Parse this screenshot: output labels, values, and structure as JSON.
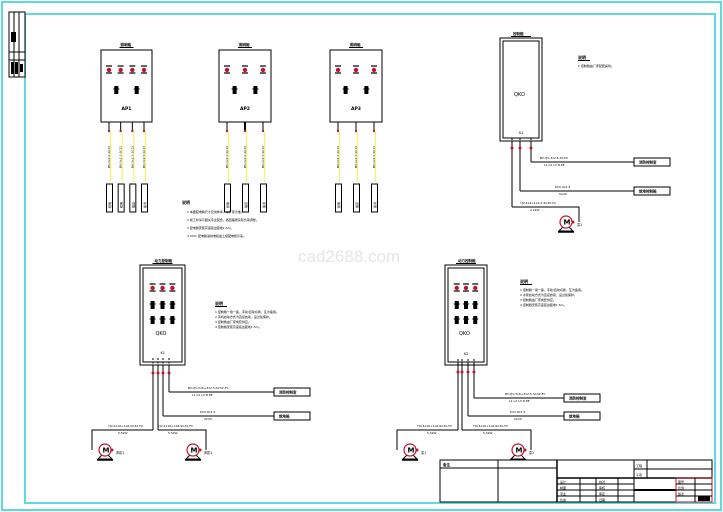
{
  "drawing": {
    "watermark": "cad2688.com",
    "colors": {
      "frame": "#5fd8e0",
      "line": "#000000",
      "breaker": "#c0142a",
      "cable_highlight": "#f7f06a",
      "title_block_accent": "#c0142a"
    }
  },
  "panels_top": [
    {
      "title": "照明箱",
      "label": "AP1",
      "outgoing": [
        "BV-3x2.5-SC15",
        "BV-3x2.5-SC15",
        "BV-3x2.5-SC15",
        "BV-3x2.5-SC15"
      ],
      "loads": [
        "照明",
        "照明",
        "插座",
        "备用"
      ]
    },
    {
      "title": "照明箱",
      "label": "AP2",
      "outgoing": [
        "BV-3x2.5-SC15",
        "BV-3x2.5-SC15",
        "BV-3x2.5-SC15"
      ],
      "loads": [
        "照明",
        "插座",
        "备用"
      ]
    },
    {
      "title": "照明箱",
      "label": "AP3",
      "outgoing": [
        "BV-3x2.5-SC15",
        "BV-3x2.5-SC15",
        "BV-3x2.5-SC15"
      ],
      "loads": [
        "照明",
        "插座",
        "备用"
      ]
    }
  ],
  "general_notes": {
    "title": "说明",
    "items": [
      "1  本图配电箱尺寸仅供参考，以厂家为准。",
      "2  施工时请与相关专业配合，各回路按实际负荷调整。",
      "3  配电箱安装高度底边距地1.5m。",
      "4  XXX: 配电箱进线电缆由上级配电柜引来。"
    ]
  },
  "control_panel_top_right": {
    "title": "控制箱",
    "label": "QKO",
    "terminal": "K1",
    "lines": [
      {
        "cable": "BV-YJV-4x2.5-SC20",
        "sub": "L1 L2 L3 N PE",
        "load": "消防控制室"
      },
      {
        "cable": "KVV-4x1.5",
        "sub": "SC20",
        "load": "就地控制箱"
      },
      {
        "cable": "YJV-4x4+1x2.5-SC25-FC",
        "sub": "2.2kW",
        "motor": "M",
        "motor_label": "泵1"
      }
    ],
    "notes_title": "说明",
    "notes": [
      "1  控制箱由厂家配套提供。"
    ]
  },
  "control_panel_bottom_left": {
    "title": "动力控制箱",
    "label": "QKO",
    "terminal": "K1",
    "lines": [
      {
        "cable": "BV-YJV-5x6+3x2.5-SC32-FC",
        "sub": "L1 L2 L3 N PE",
        "load": "消防控制室"
      },
      {
        "cable": "KVV-8x1.5",
        "sub": "SC20",
        "load": "就地箱"
      },
      {
        "cable": "YJV-4x10+1x6-SC32-FC",
        "sub": "5.5kW",
        "motor": "M",
        "motor_label": "风机1"
      },
      {
        "cable": "YJV-4x10+1x6-SC32-FC",
        "sub": "5.5kW",
        "motor": "M",
        "motor_label": "风机2"
      }
    ],
    "notes_title": "说明",
    "notes": [
      "1  控制箱一用一备，手动/自动切换，互为备用。",
      "2  风机启动方式为直接启动，设过载保护。",
      "3  控制箱由厂家成套供应。",
      "4  控制箱安装高度底边距地1.5m。"
    ]
  },
  "control_panel_bottom_right": {
    "title": "动力控制箱",
    "label": "QKO",
    "terminal": "K2",
    "lines": [
      {
        "cable": "BV-YJV-5x6+3x2.5-SC32-FC",
        "sub": "L1 L2 L3 N PE",
        "load": "消防控制室"
      },
      {
        "cable": "KVV-8x1.5",
        "sub": "SC20",
        "load": "就地箱"
      },
      {
        "cable": "YJV-4x10+1x6-SC32-FC",
        "sub": "5.5kW",
        "motor": "M",
        "motor_label": "泵1"
      },
      {
        "cable": "YJV-4x10+1x6-SC32-FC",
        "sub": "5.5kW",
        "motor": "M",
        "motor_label": "泵2"
      }
    ],
    "notes_title": "说明",
    "notes": [
      "1  控制箱一用一备，手动/自动切换，互为备用。",
      "2  水泵启动方式为直接启动，设过载保护。",
      "3  控制箱由厂家成套供应。",
      "4  控制箱安装高度底边距地1.5m。"
    ]
  },
  "title_block": {
    "remarks_label": "备注",
    "rows": [
      [
        "设计",
        "",
        "校对",
        ""
      ],
      [
        "制图",
        "",
        "审核",
        ""
      ],
      [
        "专业",
        "",
        "审定",
        ""
      ],
      [
        "负责",
        "",
        "日期",
        ""
      ]
    ],
    "right_labels": [
      "图号",
      "比例",
      "版次"
    ],
    "side_labels": [
      "工程",
      "子项"
    ]
  }
}
